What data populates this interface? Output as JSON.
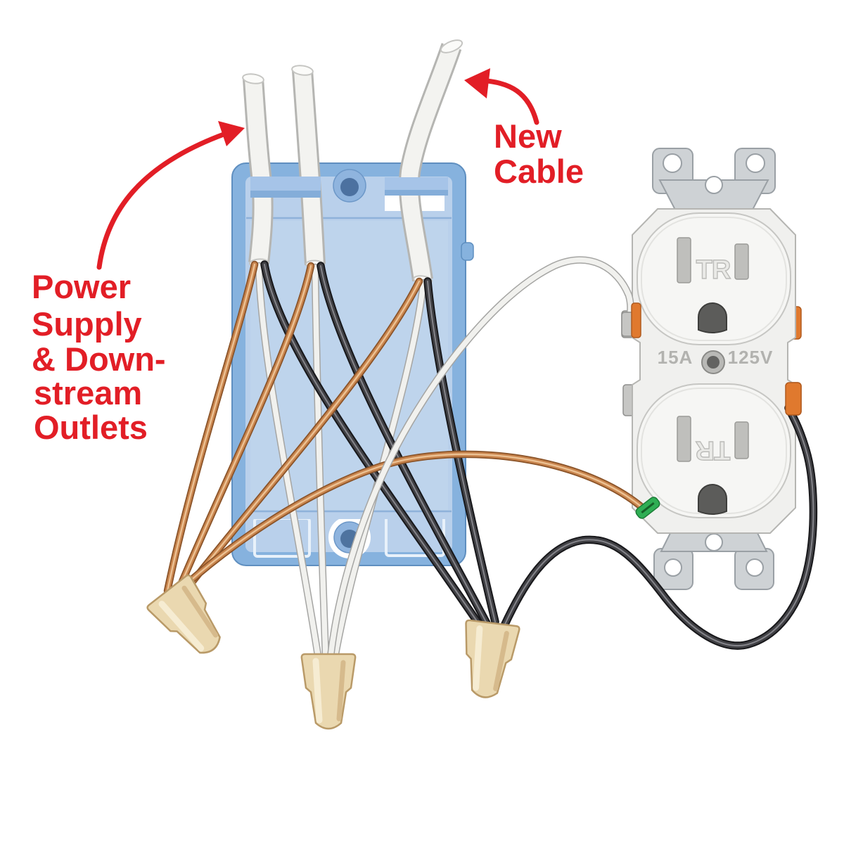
{
  "illustration": {
    "title": "Electrical box wiring with pigtails to a duplex receptacle",
    "labels": {
      "new_cable": {
        "line1": "New",
        "line2": "Cable"
      },
      "power_supply": {
        "line1": "Power",
        "line2": "Supply",
        "line3": "& Down-",
        "line4": "stream",
        "line5": "Outlets"
      }
    },
    "receptacle": {
      "tr_marking_top": "TR",
      "tr_marking_bottom": "TR",
      "amp_rating": "15A",
      "volt_rating": "125V"
    },
    "colors": {
      "annotation_red": "#e21e26",
      "box_frame_blue": "#86b2de",
      "box_interior_blue": "#b9d0eb",
      "cable_sheath_white": "#f3f3f0",
      "wire_copper": "#c9854e",
      "wire_black": "#404044",
      "wire_white": "#f1f1ee",
      "wire_nut_tan": "#ead8b0",
      "ground_screw_green": "#2fae54",
      "hot_terminal_orange": "#e0792e",
      "mounting_strap_silver": "#ced2d5",
      "receptacle_white": "#f0f0ee"
    }
  }
}
